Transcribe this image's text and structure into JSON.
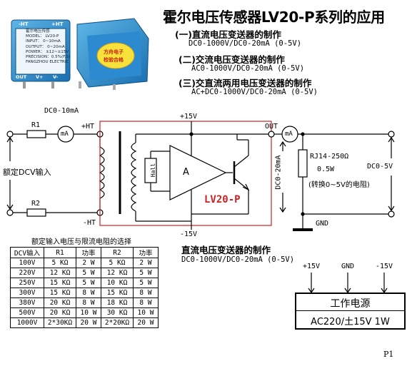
{
  "title": "霍尔电压传感器LV20-P系列的应用",
  "product": {
    "top_left": "-HT",
    "top_right": "+HT",
    "lines": [
      "霍尔电压传感",
      "MODEL：   LV20-P",
      "INPUT：  0~10mA",
      "OUTPUT： 0~20mA",
      "POWER：  ±12~±15V",
      "PRECISION：0.5%(F.S)",
      "FANGZHOU ELECTRIC"
    ],
    "bottom": [
      "OUT",
      "V+",
      "V-"
    ],
    "seal": [
      "方舟电子",
      "检验合格"
    ]
  },
  "sections": [
    {
      "heading": "(一)直流电压变送器的制作",
      "spec": "DC0-1000V/DC0-20mA (0-5V)"
    },
    {
      "heading": "(二)交流电压变送器的制作",
      "spec": "AC0-1000V/DC0-20mA (0-5V)"
    },
    {
      "heading": "(三)交直流两用电压变送器的制作",
      "spec": "AC+DC0-1000V/DC0-20mA (0-5V)"
    }
  ],
  "circuit": {
    "dc_input": "DC0-10mA",
    "r1": "R1",
    "r2": "R2",
    "ma": "mA",
    "plus_ht": "+HT",
    "minus_ht": "-HT",
    "plus15": "+15V",
    "minus15": "-15V",
    "out": "OUT",
    "hall": "Hall",
    "amp": "A",
    "model": "LV20-P",
    "rated_input": "额定DCV输入",
    "dc020": "DC0-20mA",
    "rj1": "RJ14-250Ω",
    "rj2": "0.5W",
    "rj3": "(转换0~5V的电阻)",
    "dc05": "DC0-5V",
    "gnd": "GND"
  },
  "table": {
    "caption": "额定输入电压与限流电阻的选择",
    "headers": [
      "DCV输入",
      "R1",
      "功率",
      "R2",
      "功率"
    ],
    "rows": [
      [
        "100V",
        "5 KΩ",
        "2 W",
        "5 KΩ",
        "2 W"
      ],
      [
        "220V",
        "12 KΩ",
        "5 W",
        "12 KΩ",
        "5 W"
      ],
      [
        "250V",
        "15 KΩ",
        "5 W",
        "10 KΩ",
        "5 W"
      ],
      [
        "300V",
        "15 KΩ",
        "8 W",
        "15 KΩ",
        "8 W"
      ],
      [
        "380V",
        "20 KΩ",
        "8 W",
        "18 KΩ",
        "8 W"
      ],
      [
        "500V",
        "20 KΩ",
        "10 W",
        "30 KΩ",
        "10 W"
      ],
      [
        "1000V",
        "2*30KΩ",
        "20 W",
        "2*20KΩ",
        "20 W"
      ]
    ]
  },
  "transmitter": {
    "heading": "直流电压变送器的制作",
    "spec": "DC0-1000V/DC0-20mA (0-5V)"
  },
  "power": {
    "plus15": "+15V",
    "gnd": "GND",
    "minus15": "-15V",
    "label": "工作电源",
    "spec": "AC220/土15V 1W"
  },
  "page": "P1"
}
